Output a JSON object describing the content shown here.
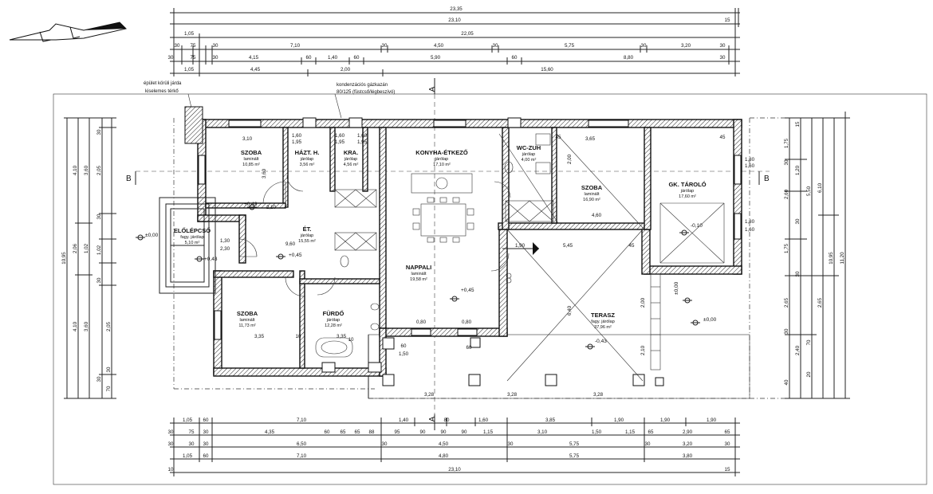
{
  "top_dims": {
    "row1": [
      "23,35"
    ],
    "row2": [
      "23,10",
      "15"
    ],
    "row3": [
      "1,05",
      "22,05"
    ],
    "row4": [
      "30",
      "75",
      "30",
      "7,10",
      "30",
      "4,50",
      "30",
      "5,75",
      "30",
      "3,20",
      "30"
    ],
    "row5": [
      "30",
      "75",
      "30",
      "4,15",
      "60",
      "1,40",
      "60",
      "5,90",
      "60",
      "8,80",
      "30"
    ],
    "row6": [
      "1,05",
      "4,45",
      "2,00",
      "15,60"
    ]
  },
  "bottom_dims": {
    "row1": [
      "1,05",
      "60",
      "7,10",
      "1,40",
      "80",
      "1,60",
      "3,85",
      "1,90",
      "1,90",
      "1,90"
    ],
    "row2": [
      "30",
      "75",
      "30",
      "4,35",
      "60",
      "65",
      "65",
      "88",
      "95",
      "90",
      "90",
      "90",
      "1,15",
      "3,10",
      "1,50",
      "1,15",
      "65",
      "2,90",
      "65"
    ],
    "row3": [
      "30",
      "30",
      "30",
      "6,50",
      "30",
      "4,50",
      "30",
      "5,75",
      "30",
      "3,20",
      "30"
    ],
    "row4": [
      "1,05",
      "60",
      "7,10",
      "4,80",
      "5,75",
      "3,80"
    ],
    "row5": [
      "10",
      "23,10",
      "15"
    ]
  },
  "left_dims": {
    "outer": [
      "10,95"
    ],
    "col2": [
      "4,10",
      "2,06",
      "4,10"
    ],
    "col3": [
      "3,60",
      "1,02",
      "3,60"
    ],
    "small": [
      "30",
      "2,05",
      "30",
      "1,02",
      "30",
      "2,05",
      "30",
      "30",
      "70"
    ]
  },
  "right_dims": {
    "outer": [
      "11,20",
      "10,95"
    ],
    "col2": [
      "6,10",
      "5,50"
    ],
    "col3": [
      "1,75",
      "1,20",
      "2,60",
      "1,75",
      "2,65",
      "2,65",
      "2,40"
    ],
    "small": [
      "15",
      "30",
      "30",
      "30",
      "30",
      "70",
      "20",
      "40"
    ]
  },
  "notes": {
    "jarda": "épület körüli járda",
    "jarda2": "kiselemes térkő",
    "kond": "kondenzációs gázkazán",
    "kond2": "80/125 (füstcső/légbeszívó)"
  },
  "axes": {
    "a": "A",
    "b": "B"
  },
  "rooms": [
    {
      "name": "SZOBA",
      "floor": "laminált",
      "area": "10,85 m²"
    },
    {
      "name": "HÁZT. H.",
      "floor": "járólap",
      "area": "3,56 m²"
    },
    {
      "name": "KRA.",
      "floor": "járólap",
      "area": "4,56 m²"
    },
    {
      "name": "KONYHA-ÉTKEZŐ",
      "floor": "járólap",
      "area": "17,10 m²"
    },
    {
      "name": "WC-ZUH",
      "floor": "járólap",
      "area": "4,00 m²"
    },
    {
      "name": "SZOBA",
      "floor": "laminált",
      "area": "16,90 m²"
    },
    {
      "name": "GK. TÁROLÓ",
      "floor": "járólap",
      "area": "17,60 m²"
    },
    {
      "name": "ELŐLÉPCSŐ",
      "floor": "fagy. járólap",
      "area": "5,10 m²"
    },
    {
      "name": "ÉT.",
      "floor": "járólap",
      "area": "15,55 m²"
    },
    {
      "name": "NAPPALI",
      "floor": "laminált",
      "area": "19,58 m²"
    },
    {
      "name": "SZOBA",
      "floor": "laminált",
      "area": "11,73 m²"
    },
    {
      "name": "FÜRDŐ",
      "floor": "járólap",
      "area": "12,28 m²"
    },
    {
      "name": "TERASZ",
      "floor": "fagy. járólap",
      "area": "37,96 m²"
    }
  ],
  "levels": [
    "±0,00",
    "+0,43",
    "-0,43",
    "+0,45",
    "+0,45",
    "-0,10",
    "±0,00",
    "±0,00",
    "+0,43"
  ],
  "inner_dims": [
    "3,10",
    "1,60",
    "1,95",
    "1,60",
    "1,95",
    "1,60",
    "1,80",
    "1,95",
    "3,65",
    "45",
    "45",
    "3,35",
    "10",
    "3,35",
    "10",
    "2,10",
    "9,60",
    "1,30",
    "2,30",
    "1,90",
    "5,45",
    "45",
    "0,80",
    "0,80",
    "3,28",
    "3,28",
    "3,28",
    "6,40",
    "2,00",
    "2,10",
    "1,50",
    "60",
    "60",
    "4,60",
    "3,60",
    "2,00",
    "1,80",
    "1,60",
    "1,80",
    "1,60"
  ]
}
